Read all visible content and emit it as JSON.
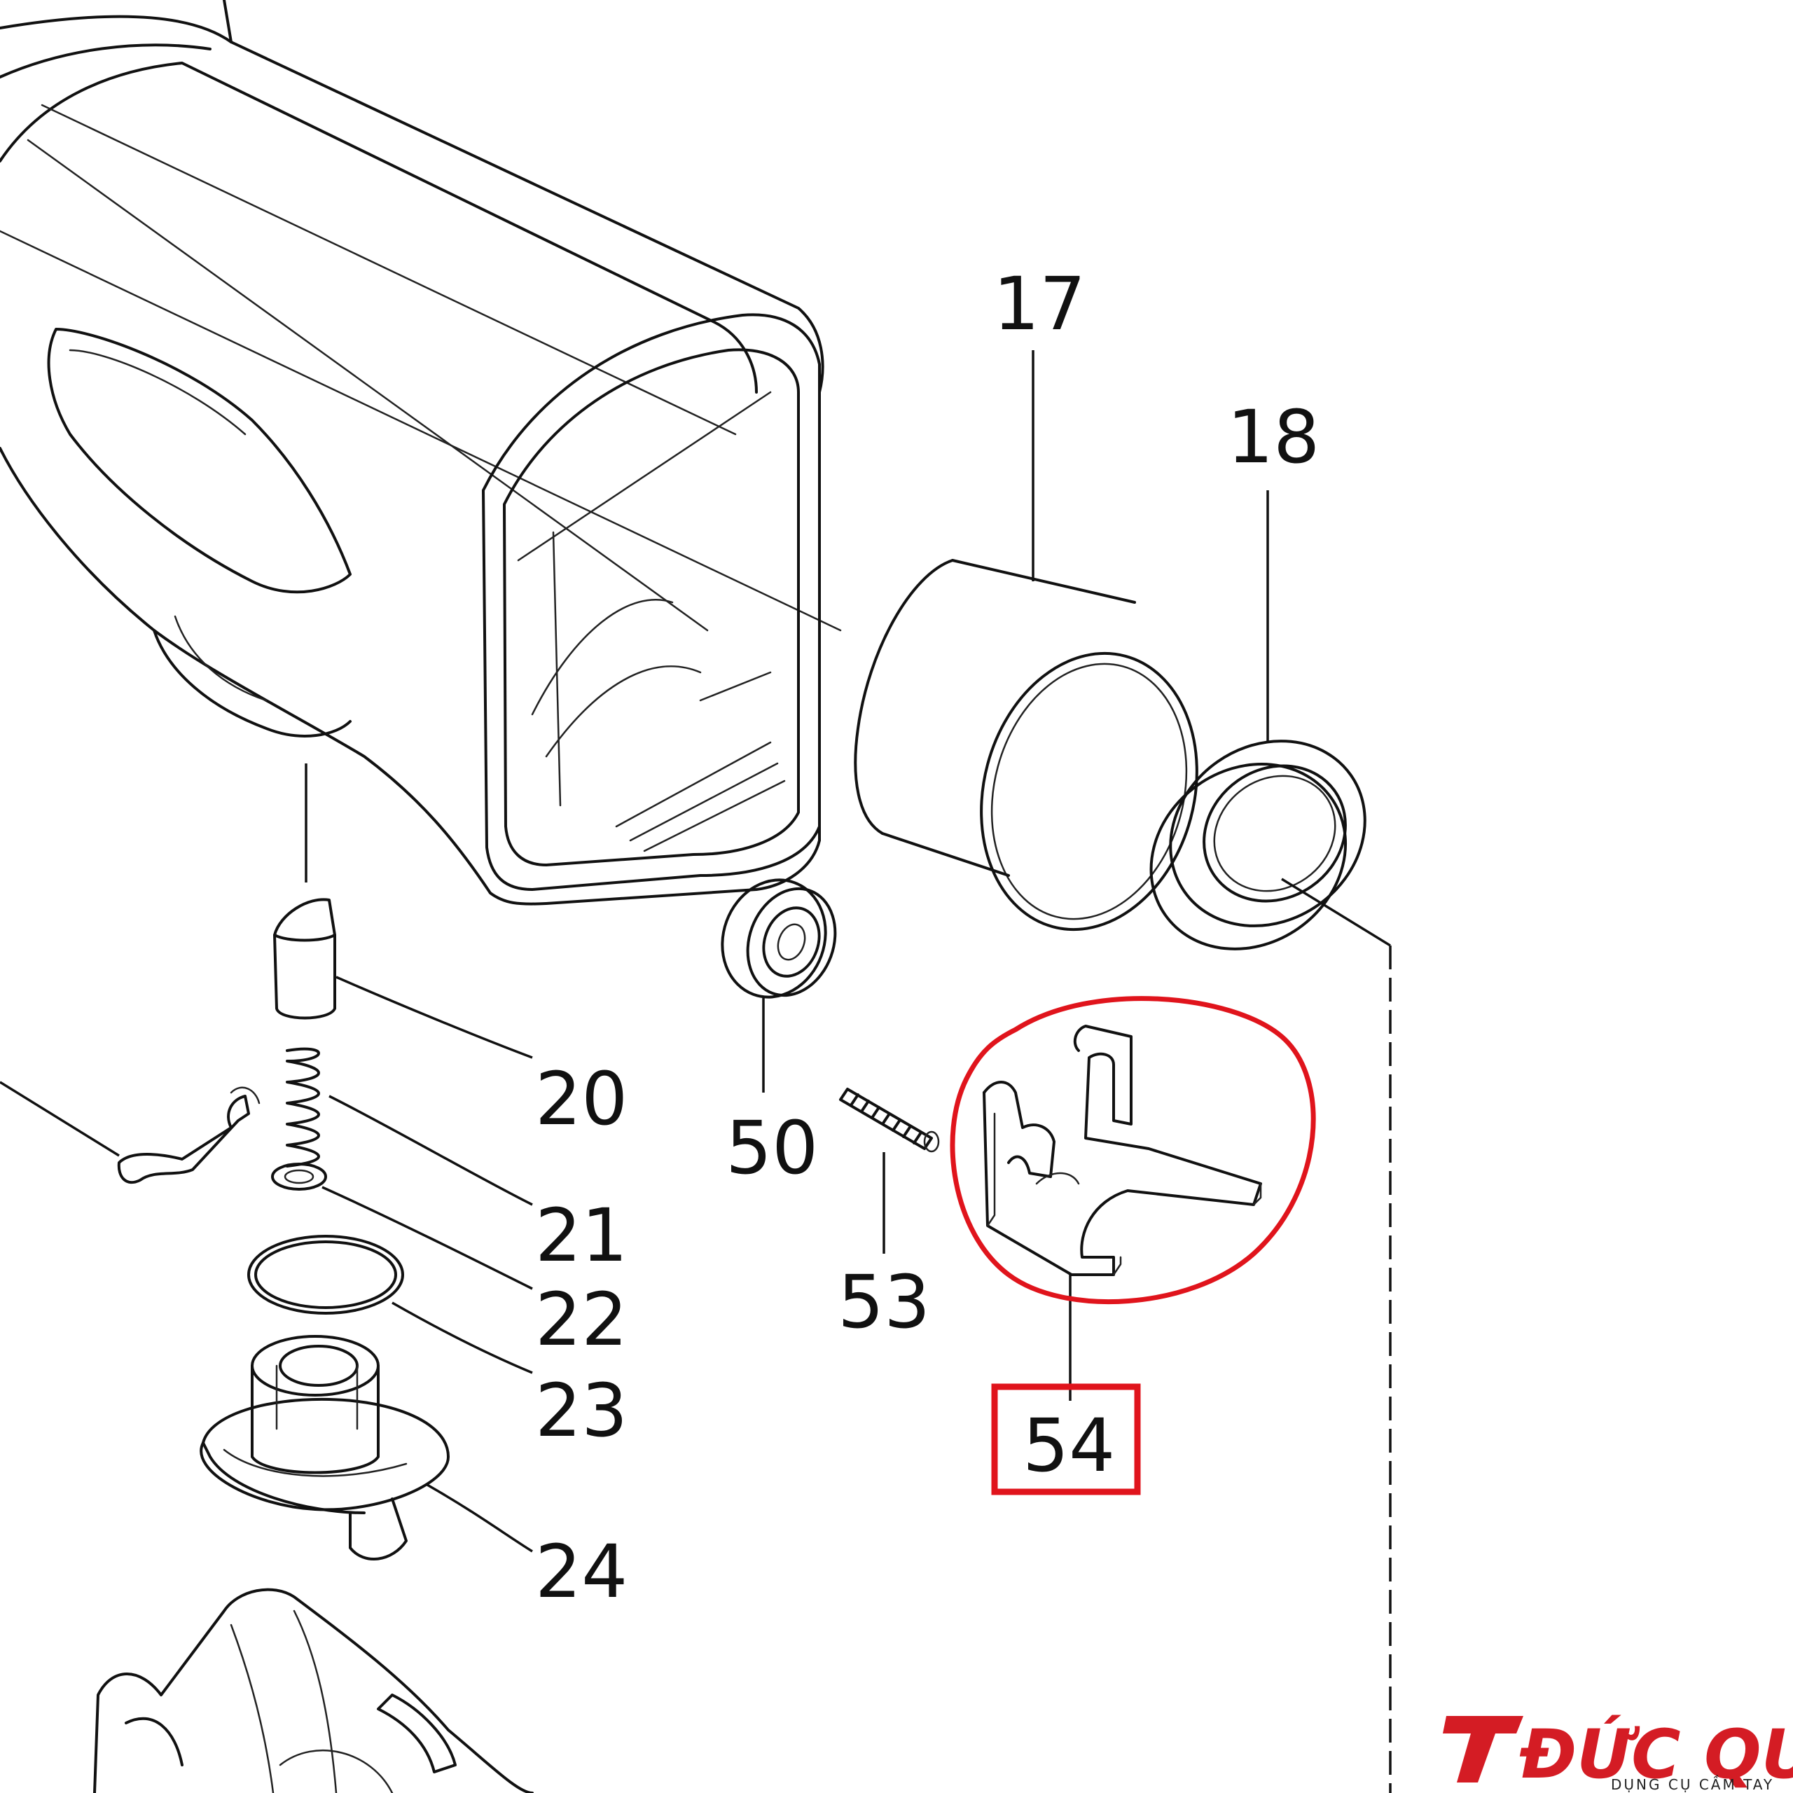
{
  "parts": [
    {
      "id": "17",
      "label": "17",
      "name": "sleeve"
    },
    {
      "id": "18",
      "label": "18",
      "name": "rubber-ring"
    },
    {
      "id": "20",
      "label": "20",
      "name": "lock-pin"
    },
    {
      "id": "21",
      "label": "21",
      "name": "compression-spring"
    },
    {
      "id": "22",
      "label": "22",
      "name": "flat-washer"
    },
    {
      "id": "23",
      "label": "23",
      "name": "o-ring"
    },
    {
      "id": "24",
      "label": "24",
      "name": "bearing-box"
    },
    {
      "id": "50",
      "label": "50",
      "name": "ball-bearing"
    },
    {
      "id": "53",
      "label": "53",
      "name": "small-spring"
    },
    {
      "id": "54",
      "label": "54",
      "name": "lock-plate",
      "highlighted": true
    }
  ],
  "highlight": {
    "part": "54",
    "color": "#e0141c"
  },
  "brand": {
    "name": "ĐỨC QUÂN",
    "tagline": "DỤNG CỤ CẦM TAY",
    "color": "#d41c24"
  }
}
